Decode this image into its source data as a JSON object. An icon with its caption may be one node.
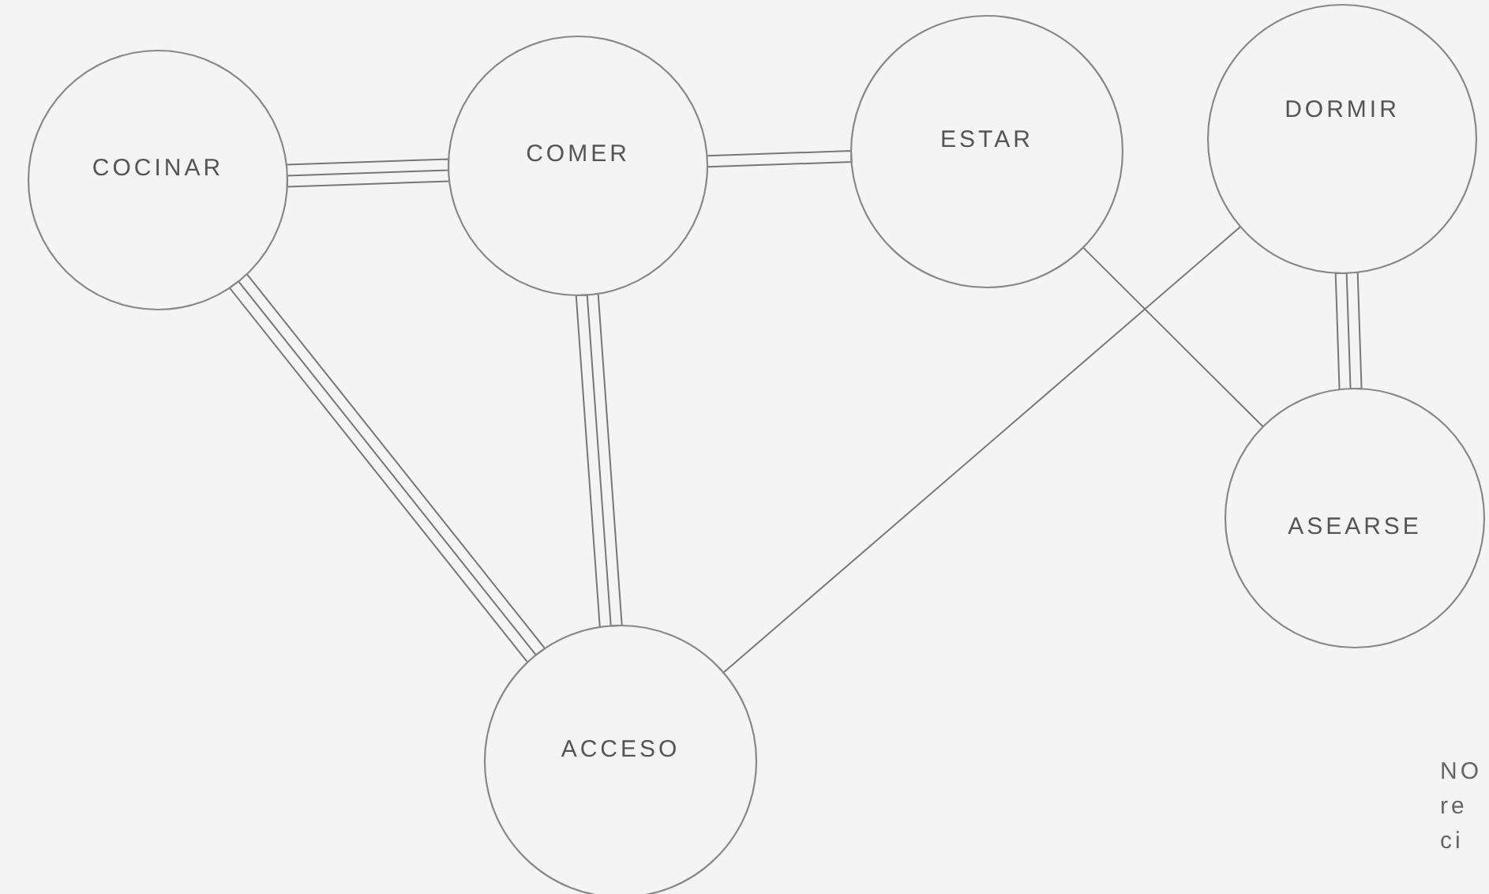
{
  "diagram": {
    "nodes": [
      {
        "text": [
          "COCINAR"
        ]
      },
      {
        "text": [
          "COMER"
        ]
      },
      {
        "text": [
          "ESTAR"
        ]
      },
      {
        "text": [
          "DORMIR"
        ]
      },
      {
        "text": [
          "ASEARSE"
        ]
      },
      {
        "text": [
          "ACCESO"
        ]
      }
    ],
    "edges": [
      {
        "from": 0,
        "to": 1,
        "arrow": "none"
      },
      {
        "from": 1,
        "to": 2,
        "arrow": "none"
      },
      {
        "from": 0,
        "to": 5,
        "arrow": "none"
      },
      {
        "from": 1,
        "to": 5,
        "arrow": "none"
      },
      {
        "from": 3,
        "to": 4,
        "arrow": "none"
      },
      {
        "from": 2,
        "to": 4,
        "arrow": "none"
      },
      {
        "from": 3,
        "to": 5,
        "arrow": "none"
      }
    ],
    "labels": [
      "NO",
      "re",
      "ci"
    ]
  }
}
